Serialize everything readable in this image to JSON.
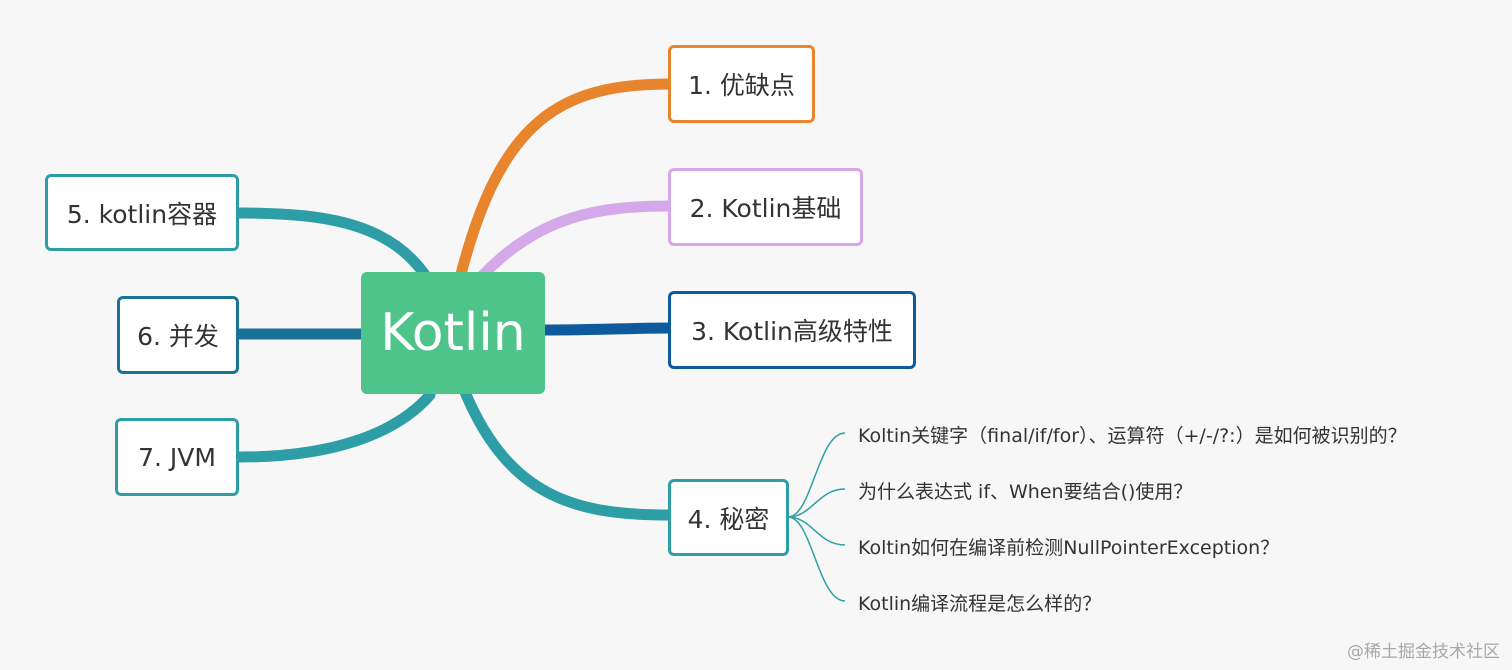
{
  "root": {
    "label": "Kotlin",
    "color": "#4fc48a"
  },
  "branches": [
    {
      "id": "b1",
      "label": "1. 优缺点",
      "color": "#e8842c"
    },
    {
      "id": "b2",
      "label": "2. Kotlin基础",
      "color": "#d5a8ea"
    },
    {
      "id": "b3",
      "label": "3. Kotlin高级特性",
      "color": "#0d5b9c"
    },
    {
      "id": "b4",
      "label": "4. 秘密",
      "color": "#2e9ea6"
    },
    {
      "id": "b5",
      "label": "5. kotlin容器",
      "color": "#2e9ea6"
    },
    {
      "id": "b6",
      "label": "6. 并发",
      "color": "#1a7396"
    },
    {
      "id": "b7",
      "label": "7. JVM",
      "color": "#2e9ea6"
    }
  ],
  "secrets": [
    "Koltin关键字（final/if/for）、运算符（+/-/?:）是如何被识别的？",
    "为什么表达式 if、When要结合()使用？",
    "Koltin如何在编译前检测NullPointerException？",
    "Kotlin编译流程是怎么样的？"
  ],
  "watermark": "@稀土掘金技术社区"
}
